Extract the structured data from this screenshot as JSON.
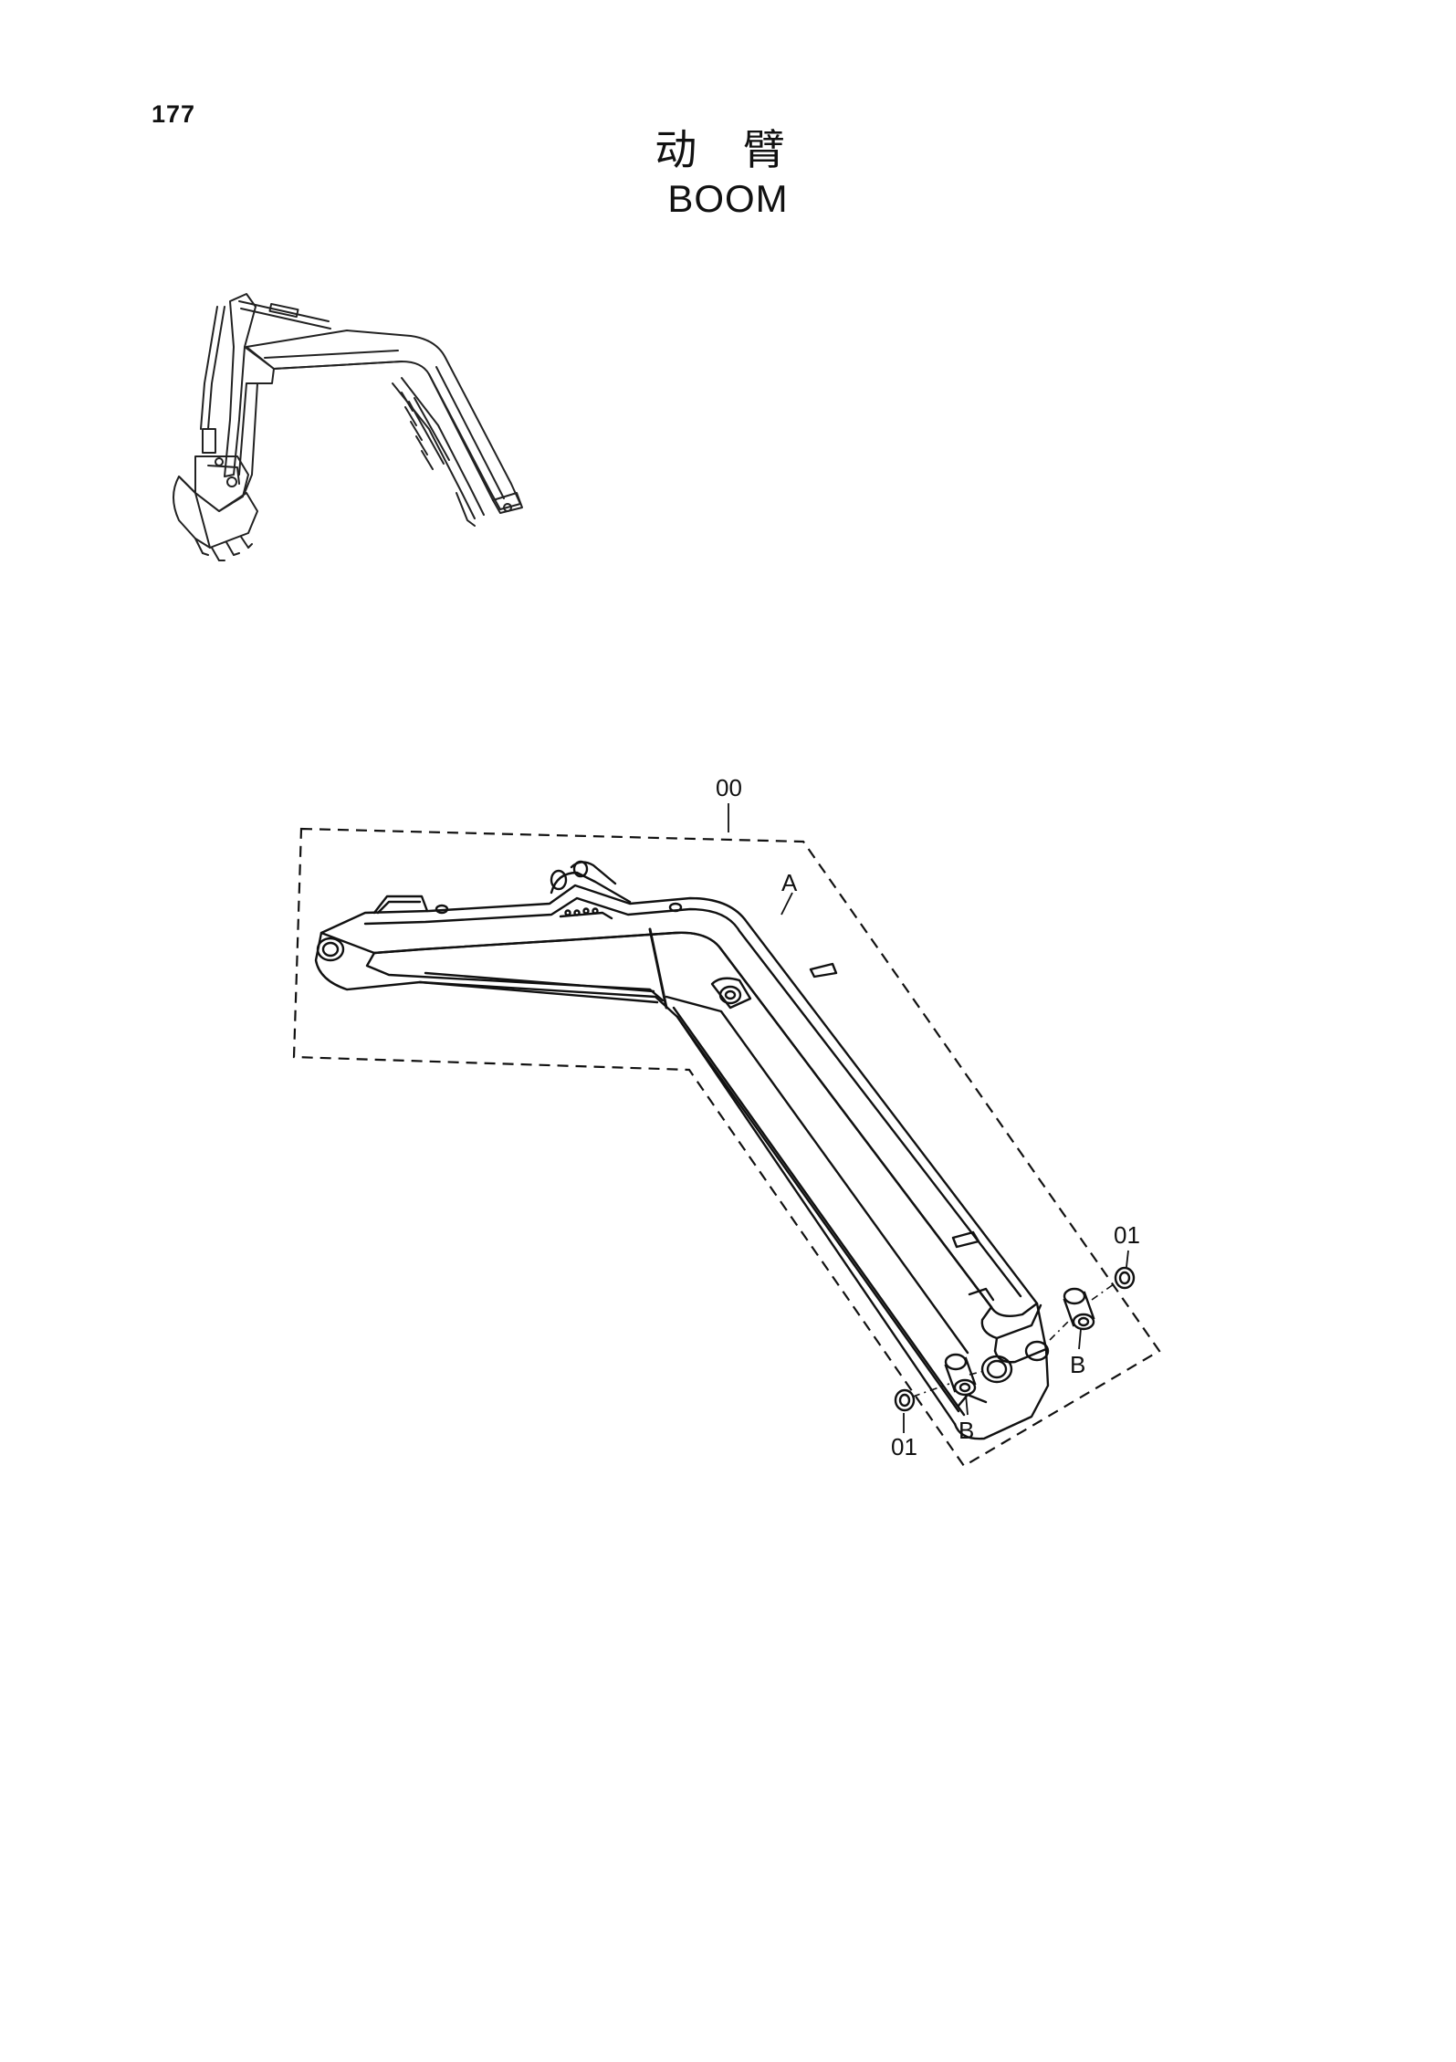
{
  "page": {
    "number": "177",
    "title_cn": "动 臂",
    "title_en": "BOOM"
  },
  "callouts": {
    "assembly": "00",
    "boom_body": "A",
    "bushing_left": "B",
    "bushing_right": "B",
    "ring_left": "01",
    "ring_right": "01"
  }
}
